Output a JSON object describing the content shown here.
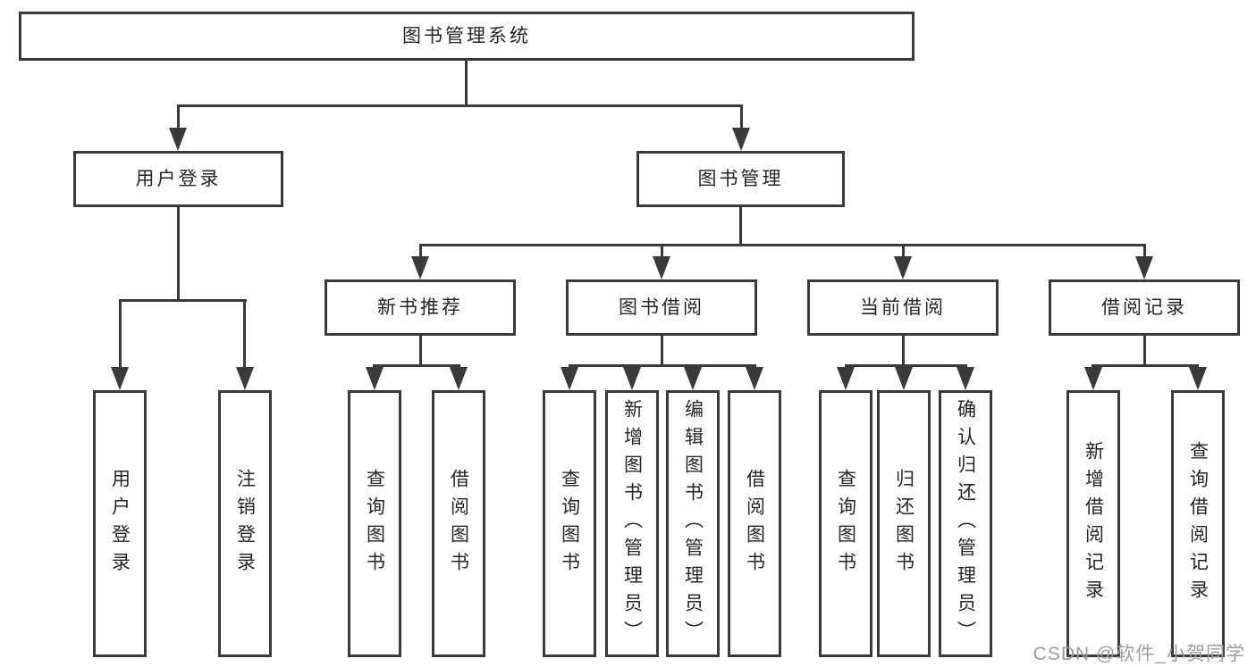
{
  "tree": {
    "root": "图书管理系统",
    "branches": [
      {
        "label": "用户登录",
        "children": [
          {
            "label": "用户登录"
          },
          {
            "label": "注销登录"
          }
        ]
      },
      {
        "label": "图书管理",
        "children": [
          {
            "label": "新书推荐",
            "children": [
              {
                "label": "查询图书"
              },
              {
                "label": "借阅图书"
              }
            ]
          },
          {
            "label": "图书借阅",
            "children": [
              {
                "label": "查询图书"
              },
              {
                "label": "新增图书（管理员）"
              },
              {
                "label": "编辑图书（管理员）"
              },
              {
                "label": "借阅图书"
              }
            ]
          },
          {
            "label": "当前借阅",
            "children": [
              {
                "label": "查询图书"
              },
              {
                "label": "归还图书"
              },
              {
                "label": "确认归还（管理员）"
              }
            ]
          },
          {
            "label": "借阅记录",
            "children": [
              {
                "label": "新增借阅记录"
              },
              {
                "label": "查询借阅记录"
              }
            ]
          }
        ]
      }
    ]
  },
  "watermark": "CSDN @软件_小贺同学",
  "colors": {
    "line": "#3a3a3a",
    "text": "#262626",
    "watermark": "#9e9e9e",
    "background": "#ffffff"
  }
}
